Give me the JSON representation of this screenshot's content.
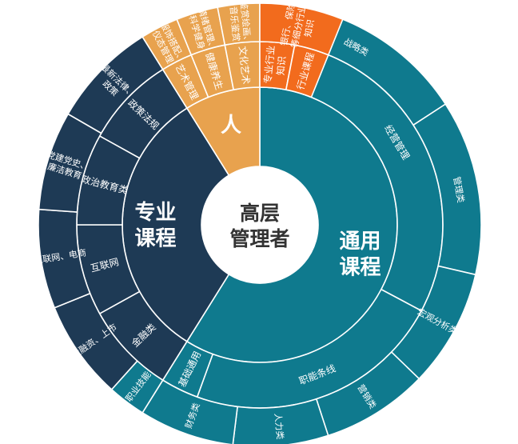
{
  "center": {
    "line1": "高层",
    "line2": "管理者"
  },
  "colors": {
    "teal": "#0F7A8E",
    "navy": "#1E3A55",
    "gold": "#E8A24E",
    "orange": "#F26B1D",
    "center": "#FFFFFF",
    "text": "#FFFFFF",
    "center_text": "#333333"
  },
  "rings": [
    {
      "level": 1,
      "segments": [
        {
          "label": "通用\n课程",
          "color": "teal",
          "start": 0,
          "end": 212
        },
        {
          "label": "专业\n课程",
          "color": "navy",
          "start": 212,
          "end": 328
        },
        {
          "label": "人",
          "color": "gold",
          "start": 328,
          "end": 360
        }
      ]
    },
    {
      "level": 2,
      "segments": [
        {
          "label": "经营管理",
          "color": "teal",
          "start": 0,
          "end": 118
        },
        {
          "label": "职能条线",
          "color": "teal",
          "start": 118,
          "end": 200
        },
        {
          "label": "基础通用",
          "color": "teal",
          "start": 200,
          "end": 212
        },
        {
          "label": "金融类",
          "color": "navy",
          "start": 212,
          "end": 241
        },
        {
          "label": "互联网",
          "color": "navy",
          "start": 241,
          "end": 270
        },
        {
          "label": "政治教育类",
          "color": "navy",
          "start": 270,
          "end": 299
        },
        {
          "label": "政策法规",
          "color": "navy",
          "start": 299,
          "end": 328
        },
        {
          "label": "艺术管理",
          "color": "gold",
          "start": 328,
          "end": 338
        },
        {
          "label": "健康养生",
          "color": "gold",
          "start": 338,
          "end": 349
        },
        {
          "label": "文化艺术",
          "color": "gold",
          "start": 349,
          "end": 360
        },
        {
          "label": "专业行业\n知识",
          "color": "orange",
          "start": 360,
          "end": 371
        },
        {
          "label": "行业课程",
          "color": "orange",
          "start": 371,
          "end": 382
        }
      ]
    },
    {
      "level": 3,
      "segments": [
        {
          "label": "战略类",
          "color": "teal",
          "start": 0,
          "end": 57
        },
        {
          "label": "管理类",
          "color": "teal",
          "start": 57,
          "end": 103
        },
        {
          "label": "宏观分析类",
          "color": "teal",
          "start": 103,
          "end": 134
        },
        {
          "label": "营销类",
          "color": "teal",
          "start": 134,
          "end": 162
        },
        {
          "label": "人力类",
          "color": "teal",
          "start": 162,
          "end": 187
        },
        {
          "label": "财务类",
          "color": "teal",
          "start": 187,
          "end": 212
        },
        {
          "label": "职业技能",
          "color": "teal",
          "start": 212,
          "end": 222
        },
        {
          "label": "投融资、上市",
          "color": "navy",
          "start": 222,
          "end": 248
        },
        {
          "label": "互联网、电商",
          "color": "navy",
          "start": 248,
          "end": 274
        },
        {
          "label": "党建党史、\n廉洁教育",
          "color": "navy",
          "start": 274,
          "end": 300
        },
        {
          "label": "最新法律、\n政策",
          "color": "navy",
          "start": 300,
          "end": 328
        },
        {
          "label": "服饰搭配、\n仪态管理",
          "color": "gold",
          "start": 328,
          "end": 338
        },
        {
          "label": "情绪管理、\n科学健身",
          "color": "gold",
          "start": 338,
          "end": 349
        },
        {
          "label": "鉴赏绘画、\n音乐鉴赏",
          "color": "gold",
          "start": 349,
          "end": 360
        },
        {
          "label": "银行、保险\n等细分行业\n知识",
          "color": "orange",
          "start": 360,
          "end": 382
        }
      ]
    }
  ]
}
